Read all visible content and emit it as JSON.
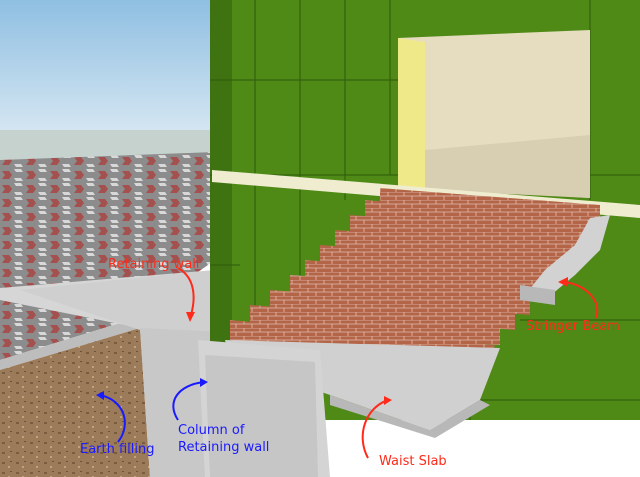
{
  "labels": {
    "retaining_wall": "Retaining wall",
    "stringer_beam": "Stringer Beam",
    "waist_slab": "Waist Slab",
    "column_line1": "Column of",
    "column_line2": "Retaining wall",
    "earth_filling": "Earth filling"
  },
  "colors": {
    "sky_top": "#8fbfe2",
    "sky_bottom": "#e9f1f6",
    "green_wall": "#4f8a16",
    "green_wall_dark": "#3f7210",
    "brick": "#b46447",
    "concrete": "#cfcfcf",
    "earth": "#9b7b5a",
    "pavers": "#9a4a48",
    "grass": "#c6d2cd",
    "annotation_red": "#ff2a1a",
    "annotation_blue": "#1a1aff"
  }
}
